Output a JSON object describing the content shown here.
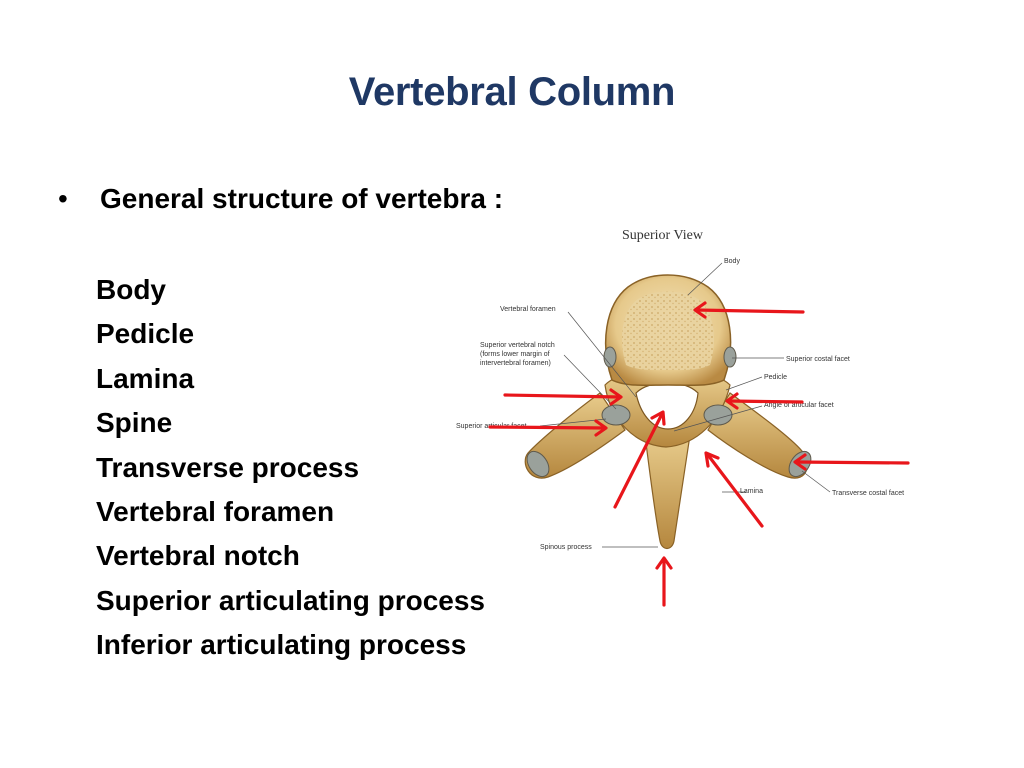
{
  "slide": {
    "title": "Vertebral Column",
    "bullet": "General structure of vertebra :",
    "bullet_symbol": "•",
    "parts": [
      "Body",
      "Pedicle",
      "Lamina",
      "Spine",
      "Transverse process",
      "Vertebral foramen",
      "Vertebral notch",
      "Superior articulating process",
      "Inferior articulating process"
    ]
  },
  "figure": {
    "title": "Superior View",
    "labels": {
      "body": "Body",
      "vertebral_foramen": "Vertebral foramen",
      "superior_vertebral_notch_1": "Superior vertebral notch",
      "superior_vertebral_notch_2": "(forms lower margin of",
      "superior_vertebral_notch_3": "intervertebral foramen)",
      "superior_costal_facet": "Superior costal facet",
      "pedicle": "Pedicle",
      "angle_of_articular_facet": "Angle of articular facet",
      "superior_articular_facet": "Superior articular facet",
      "lamina": "Lamina",
      "transverse_costal_facet": "Transverse costal facet",
      "spinous_process": "Spinous process"
    }
  },
  "colors": {
    "title": "#1f3864",
    "arrow": "#e8161b",
    "bone": "#d9b36a",
    "bone_dark": "#a87b34",
    "bone_light": "#efd9a3"
  }
}
